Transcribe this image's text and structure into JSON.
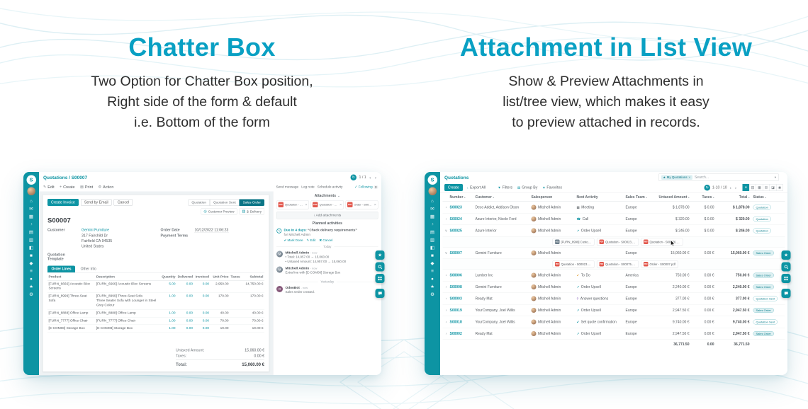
{
  "hero": {
    "left_title": "Chatter Box",
    "left_desc": [
      "Two Option for Chatter Box position,",
      "Right side of the form & default",
      "i.e. Bottom of the form"
    ],
    "right_title": "Attachment in List View",
    "right_desc": [
      "Show & Preview Attachments in",
      "list/tree view, which makes it easy",
      "to preview attached in records."
    ]
  },
  "colors": {
    "accent": "#09a0c3",
    "app_teal": "#0d94a3",
    "pdf_red": "#e2574c",
    "bot_purple": "#875a7b"
  },
  "sidebar": {
    "logo_letter": "S",
    "icons": [
      "home-icon",
      "discuss-icon",
      "calendar-icon",
      "activities-icon",
      "notes-icon",
      "sales-icon",
      "chart-icon",
      "inventory-icon",
      "purchase-icon",
      "invoicing-icon",
      "employees-icon",
      "members-icon",
      "settings-icon"
    ]
  },
  "quick_buttons": [
    "star-icon",
    "search-icon",
    "apps-grid-icon",
    "chat-icon"
  ],
  "form_app": {
    "breadcrumb": "Quotations / S00007",
    "pager": "1 / 1",
    "toolbar": [
      {
        "label": "Edit",
        "icon": "edit-icon"
      },
      {
        "label": "Create",
        "icon": "plus-icon"
      },
      {
        "label": "Print",
        "icon": "print-icon"
      },
      {
        "label": "Action",
        "icon": "gear-icon"
      }
    ],
    "header_buttons": [
      {
        "label": "Create Invoice"
      },
      {
        "label": "Send by Email"
      },
      {
        "label": "Cancel"
      }
    ],
    "statusbar": [
      {
        "label": "Quotation"
      },
      {
        "label": "Quotation Sent"
      },
      {
        "label": "Sales Order",
        "active": true
      }
    ],
    "smart_buttons": [
      {
        "value": "",
        "label": "Customer Preview"
      },
      {
        "value": "2",
        "label": "Delivery"
      }
    ],
    "record_name": "S00007",
    "fields": {
      "customer_label": "Customer",
      "customer_name": "Gemini Furniture",
      "address": [
        "317 Fairchild Dr",
        "Fairfield CA 94535",
        "United States"
      ],
      "order_date_label": "Order Date",
      "order_date": "10/12/2022 11:06:23",
      "payment_terms_label": "Payment Terms",
      "quotation_template_label": "Quotation Template"
    },
    "tabs": [
      {
        "label": "Order Lines",
        "active": true
      },
      {
        "label": "Other Info"
      }
    ],
    "lines": {
      "headers": [
        "Product",
        "Description",
        "Quantity",
        "Delivered",
        "Invoiced",
        "Unit Price",
        "Taxes",
        "Subtotal"
      ],
      "rows": [
        {
          "product": "[FURN_6666] Acoustic Bloc Screens",
          "desc": [
            "[FURN_6666] Acoustic Bloc Screens"
          ],
          "qty": "5.00",
          "delivered": "0.00",
          "invoiced": "0.00",
          "unit_price": "2,950.00",
          "taxes": "",
          "subtotal": "14,750.00 €"
        },
        {
          "product": "[FURN_8999] Three-Seat Sofa",
          "desc": [
            "[FURN_8999] Three-Seat Sofa",
            "Three Seater Sofa with Lounger in Steel Grey Colour"
          ],
          "qty": "1.00",
          "delivered": "0.00",
          "invoiced": "0.00",
          "unit_price": "170.00",
          "taxes": "",
          "subtotal": "170.00 €"
        },
        {
          "product": "[FURN_8888] Office Lamp",
          "desc": [
            "[FURN_8888] Office Lamp"
          ],
          "qty": "1.00",
          "delivered": "0.00",
          "invoiced": "0.00",
          "unit_price": "40.00",
          "taxes": "",
          "subtotal": "40.00 €"
        },
        {
          "product": "[FURN_7777] Office Chair",
          "desc": [
            "[FURN_7777] Office Chair"
          ],
          "qty": "1.00",
          "delivered": "0.00",
          "invoiced": "0.00",
          "unit_price": "70.00",
          "taxes": "",
          "subtotal": "70.00 €"
        },
        {
          "product": "[E-COM08] Storage Box",
          "desc": [
            "[E-COM08] Storage Box"
          ],
          "qty": "1.00",
          "delivered": "0.00",
          "invoiced": "0.00",
          "unit_price": "19.00",
          "taxes": "",
          "subtotal": "19.00 €"
        }
      ],
      "totals": [
        {
          "label": "Untaxed Amount:",
          "value": "15,060.00 €"
        },
        {
          "label": "Taxes:",
          "value": "0.00 €"
        },
        {
          "label": "Total:",
          "value": "15,060.00 €",
          "bold": true
        }
      ]
    },
    "chatter": {
      "actions": [
        "Send message",
        "Log note",
        "Schedule activity"
      ],
      "follow_label": "Following",
      "follow_count": "2",
      "attachments_label": "Attachments",
      "attachments": [
        {
          "name": "Quotation - S00023.pdf",
          "type": "pdf"
        },
        {
          "name": "Quotation - S00075.pdf",
          "type": "pdf"
        },
        {
          "name": "Order - S00007.pdf",
          "type": "pdf"
        }
      ],
      "add_attachments": "Add attachments",
      "planned_label": "Planned activities",
      "activity": {
        "due": "Due in 4 days:",
        "summary": "“Check delivery requirements”",
        "assignee": "for Mitchell Admin",
        "buttons": [
          "Mark Done",
          "Edit",
          "Cancel"
        ]
      },
      "today_label": "Today",
      "yesterday_label": "Yesterday",
      "messages_today": [
        {
          "author": "Mitchell Admin",
          "time": "- now",
          "avatar": "photo",
          "bullets": true,
          "lines": [
            "Total: 14,957.00 → 15,060.00",
            "Untaxed Amount: 14,957.00 → 15,060.00"
          ]
        },
        {
          "author": "Mitchell Admin",
          "time": "- now",
          "avatar": "photo",
          "lines": [
            "Extra line with [E-COM08] Storage Box"
          ]
        }
      ],
      "messages_yesterday": [
        {
          "author": "OdooBot",
          "time": "- now",
          "avatar": "bot",
          "lines": [
            "Sales Order created."
          ]
        }
      ]
    }
  },
  "list_app": {
    "title": "Quotations",
    "search": {
      "chip": "My Quotations",
      "placeholder": "Search..."
    },
    "toolbar": {
      "create": "Create",
      "export": "Export All"
    },
    "filter_controls": [
      {
        "label": "Filters",
        "icon": "filter-icon"
      },
      {
        "label": "Group By",
        "icon": "groupby-icon"
      },
      {
        "label": "Favorites",
        "icon": "favorites-icon"
      }
    ],
    "pager": "1-10 / 10",
    "view_switcher": [
      "list-view-icon",
      "kanban-view-icon",
      "calendar-view-icon",
      "pivot-view-icon",
      "graph-view-icon",
      "map-view-icon"
    ],
    "table": {
      "headers": [
        "Number",
        "Customer",
        "Salesperson",
        "Next Activity",
        "Sales Team",
        "Untaxed Amount",
        "Taxes",
        "Total",
        "Status"
      ],
      "rows": [
        {
          "number": "S00023",
          "customer": "Deco Addict, Addison Olson",
          "salesperson": "Mitchell Admin",
          "activity": "Meeting",
          "activity_icon": "meeting-icon",
          "team": "Europe",
          "untaxed": "$ 1,878.00",
          "taxes": "$ 0.00",
          "total": "$ 1,878.00",
          "status": "Quotation"
        },
        {
          "number": "S00024",
          "customer": "Azure Interior, Nicole Ford",
          "salesperson": "Mitchell Admin",
          "activity": "Call",
          "activity_icon": "phone-icon",
          "team": "Europe",
          "untaxed": "$ 320.00",
          "taxes": "$ 0.00",
          "total": "$ 320.00",
          "status": "Quotation"
        },
        {
          "number": "S00025",
          "customer": "Azure Interior",
          "salesperson": "Mitchell Admin",
          "activity": "Order Upsell",
          "activity_icon": "upsell-icon",
          "team": "Europe",
          "untaxed": "$ 246.00",
          "taxes": "$ 0.00",
          "total": "$ 246.00",
          "status": "Quotation",
          "attachments": [
            {
              "name": "[FURN_8999] Customiz...",
              "type": "doc"
            },
            {
              "name": "Quotation - S00023.pdf",
              "type": "pdf"
            },
            {
              "name": "Quotation - S00076.pdf",
              "type": "pdf"
            }
          ],
          "cursor": true
        },
        {
          "number": "S00007",
          "customer": "Gemini Furniture",
          "salesperson": "Mitchell Admin",
          "activity": "",
          "activity_icon": "",
          "team": "Europe",
          "untaxed": "15,060.00 €",
          "taxes": "0.00 €",
          "total": "15,060.00 €",
          "status": "Sales Order",
          "attachments": [
            {
              "name": "Quotation - S00023.pdf",
              "type": "pdf"
            },
            {
              "name": "Quotation - S00075.pdf",
              "type": "pdf"
            },
            {
              "name": "Order - S00007.pdf",
              "type": "pdf"
            }
          ]
        },
        {
          "number": "S00006",
          "customer": "Lumber Inc",
          "salesperson": "Mitchell Admin",
          "activity": "To Do",
          "activity_icon": "todo-icon",
          "team": "America",
          "untaxed": "750.00 €",
          "taxes": "0.00 €",
          "total": "750.00 €",
          "status": "Sales Order"
        },
        {
          "number": "S00008",
          "customer": "Gemini Furniture",
          "salesperson": "Mitchell Admin",
          "activity": "Order Upsell",
          "activity_icon": "upsell-icon",
          "team": "Europe",
          "untaxed": "2,240.00 €",
          "taxes": "0.00 €",
          "total": "2,240.00 €",
          "status": "Sales Order"
        },
        {
          "number": "S00003",
          "customer": "Ready Mat",
          "salesperson": "Mitchell Admin",
          "activity": "Answer questions",
          "activity_icon": "question-icon",
          "team": "Europe",
          "untaxed": "377.00 €",
          "taxes": "0.00 €",
          "total": "377.00 €",
          "status": "Quotation Sent"
        },
        {
          "number": "S00019",
          "customer": "YourCompany, Joel Willis",
          "salesperson": "Mitchell Admin",
          "activity": "Order Upsell",
          "activity_icon": "upsell-icon",
          "team": "Europe",
          "untaxed": "2,947.50 €",
          "taxes": "0.00 €",
          "total": "2,947.50 €",
          "status": "Sales Order"
        },
        {
          "number": "S00018",
          "customer": "YourCompany, Joel Willis",
          "salesperson": "Mitchell Admin",
          "activity": "Set quote confirmation",
          "activity_icon": "confirm-icon",
          "team": "Europe",
          "untaxed": "9,740.00 €",
          "taxes": "0.00 €",
          "total": "9,740.00 €",
          "status": "Quotation Sent"
        },
        {
          "number": "S00002",
          "customer": "Ready Mat",
          "salesperson": "Mitchell Admin",
          "activity": "Order Upsell",
          "activity_icon": "upsell-icon",
          "team": "Europe",
          "untaxed": "2,947.50 €",
          "taxes": "0.00 €",
          "total": "2,947.50 €",
          "status": "Sales Order"
        }
      ],
      "footer": {
        "untaxed": "36,771.50",
        "taxes": "0.00",
        "total": "36,771.50"
      }
    }
  }
}
